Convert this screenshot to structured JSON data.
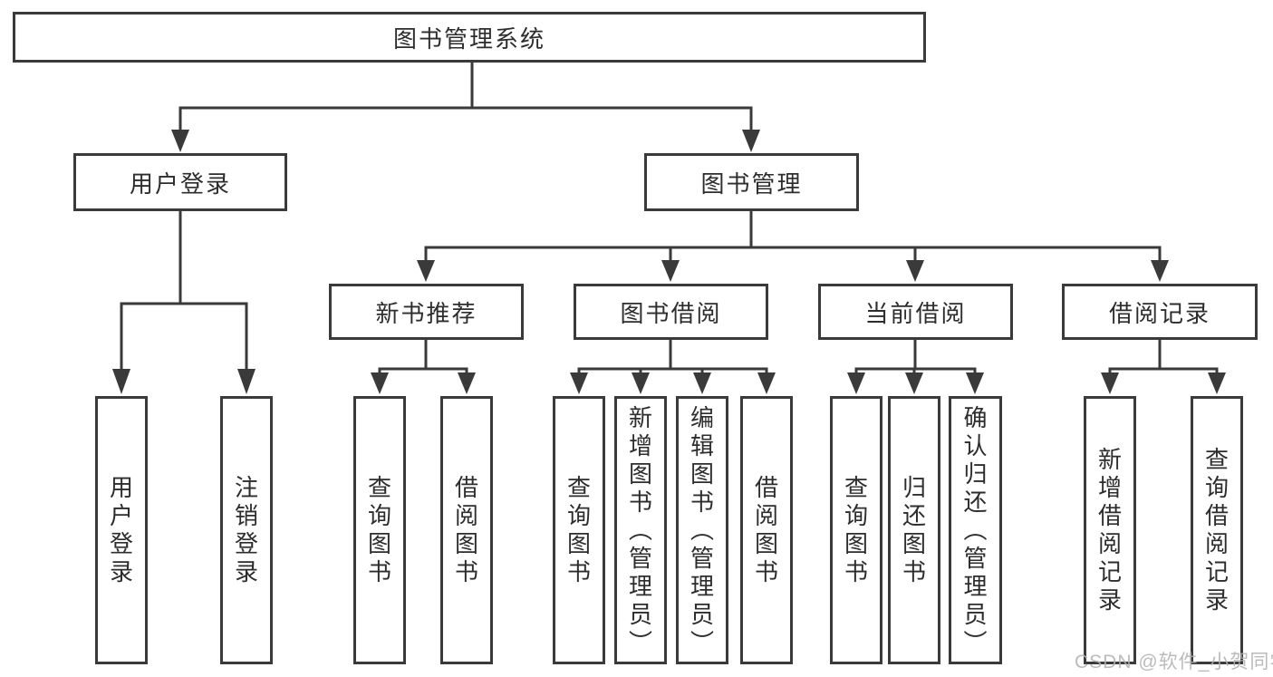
{
  "diagram": {
    "root": {
      "label": "图书管理系统"
    },
    "branches": [
      {
        "label": "用户登录",
        "children": [
          {
            "label": "用户登录"
          },
          {
            "label": "注销登录"
          }
        ]
      },
      {
        "label": "图书管理",
        "children": [
          {
            "label": "新书推荐",
            "children": [
              {
                "label": "查询图书"
              },
              {
                "label": "借阅图书"
              }
            ]
          },
          {
            "label": "图书借阅",
            "children": [
              {
                "label": "查询图书"
              },
              {
                "label": "新增图书（管理员）"
              },
              {
                "label": "编辑图书（管理员）"
              },
              {
                "label": "借阅图书"
              }
            ]
          },
          {
            "label": "当前借阅",
            "children": [
              {
                "label": "查询图书"
              },
              {
                "label": "归还图书"
              },
              {
                "label": "确认归还（管理员）"
              }
            ]
          },
          {
            "label": "借阅记录",
            "children": [
              {
                "label": "新增借阅记录"
              },
              {
                "label": "查询借阅记录"
              }
            ]
          }
        ]
      }
    ]
  },
  "watermark": {
    "text": "CSDN @软件_小贺同学"
  },
  "colors": {
    "line": "#3a3a3a",
    "text": "#2d2d2d",
    "watermark": "#b0b0b0",
    "background": "#ffffff"
  }
}
